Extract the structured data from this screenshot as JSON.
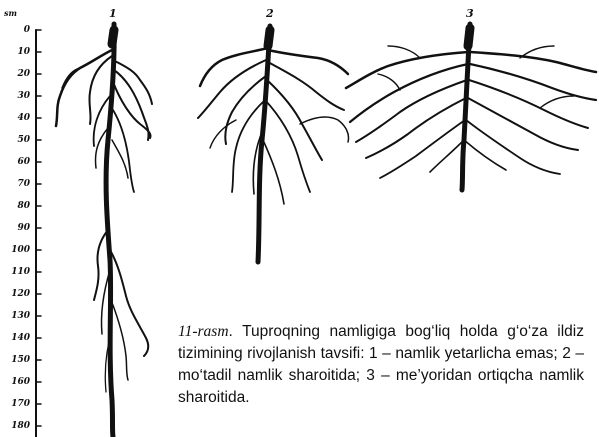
{
  "scale": {
    "unit": "sm",
    "labels": [
      "0",
      "10",
      "20",
      "30",
      "40",
      "50",
      "60",
      "70",
      "80",
      "90",
      "100",
      "110",
      "120",
      "130",
      "140",
      "150",
      "160",
      "170",
      "180"
    ]
  },
  "plants": [
    {
      "number": "1"
    },
    {
      "number": "2"
    },
    {
      "number": "3"
    }
  ],
  "caption": {
    "figure_number": "11-rasm",
    "text": ". Tuproqning namligiga bog‘liq holda g‘o‘za ildiz tizimining rivojlanish tavsifi: 1 – namlik yetarlicha emas; 2 – mo‘tadil namlik sharoitida; 3 – me’yoridan ortiqcha namlik sharoitida."
  }
}
